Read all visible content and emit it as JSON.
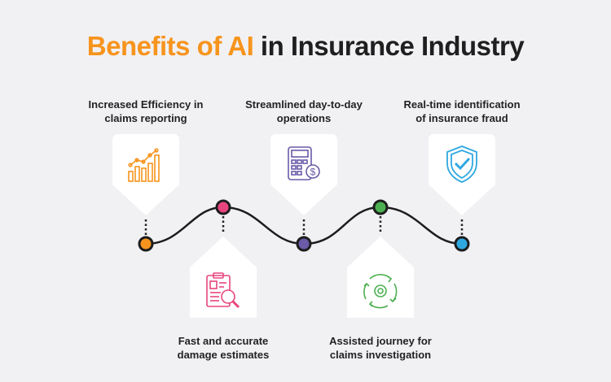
{
  "title": {
    "highlight": "Benefits of AI",
    "rest": " in Insurance Industry"
  },
  "items": [
    {
      "label_line1": "Increased Efficiency in",
      "label_line2": "claims reporting",
      "icon": "bar-chart-growth-icon",
      "color": "#f7941d"
    },
    {
      "label_line1": "Fast and accurate",
      "label_line2": "damage estimates",
      "icon": "clipboard-search-icon",
      "color": "#e8457f"
    },
    {
      "label_line1": "Streamlined day-to-day",
      "label_line2": "operations",
      "icon": "calculator-dollar-icon",
      "color": "#6a5aa8"
    },
    {
      "label_line1": "Assisted journey for",
      "label_line2": "claims investigation",
      "icon": "gear-cycle-icon",
      "color": "#4cb050"
    },
    {
      "label_line1": "Real-time identification",
      "label_line2": "of insurance fraud",
      "icon": "shield-check-icon",
      "color": "#2fa8e0"
    }
  ]
}
